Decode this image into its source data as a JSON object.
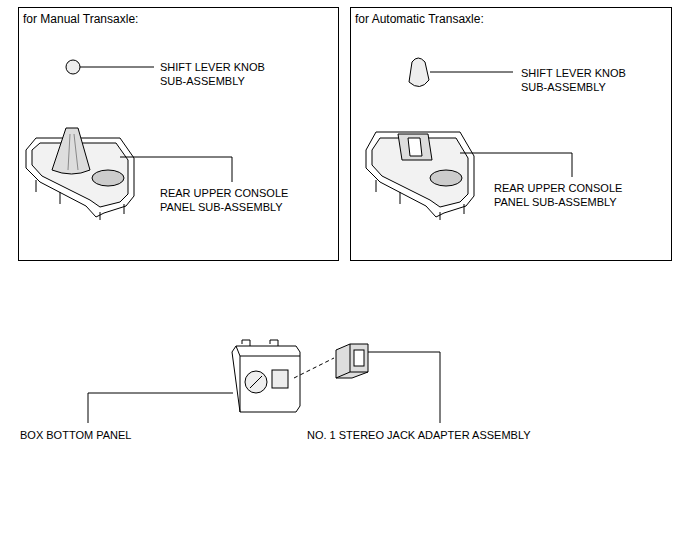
{
  "diagram": {
    "nodes": [
      {
        "text": [
          "for Manual Transaxle:"
        ]
      },
      {
        "text": [
          "for Automatic Transaxle:"
        ]
      }
    ],
    "labels": [
      "SHIFT LEVER KNOB SUB-ASSEMBLY",
      "REAR UPPER CONSOLE PANEL SUB-ASSEMBLY",
      "SHIFT LEVER KNOB SUB-ASSEMBLY",
      "REAR UPPER CONSOLE PANEL SUB-ASSEMBLY",
      "BOX BOTTOM PANEL",
      "NO. 1 STEREO JACK ADAPTER ASSEMBLY"
    ]
  }
}
